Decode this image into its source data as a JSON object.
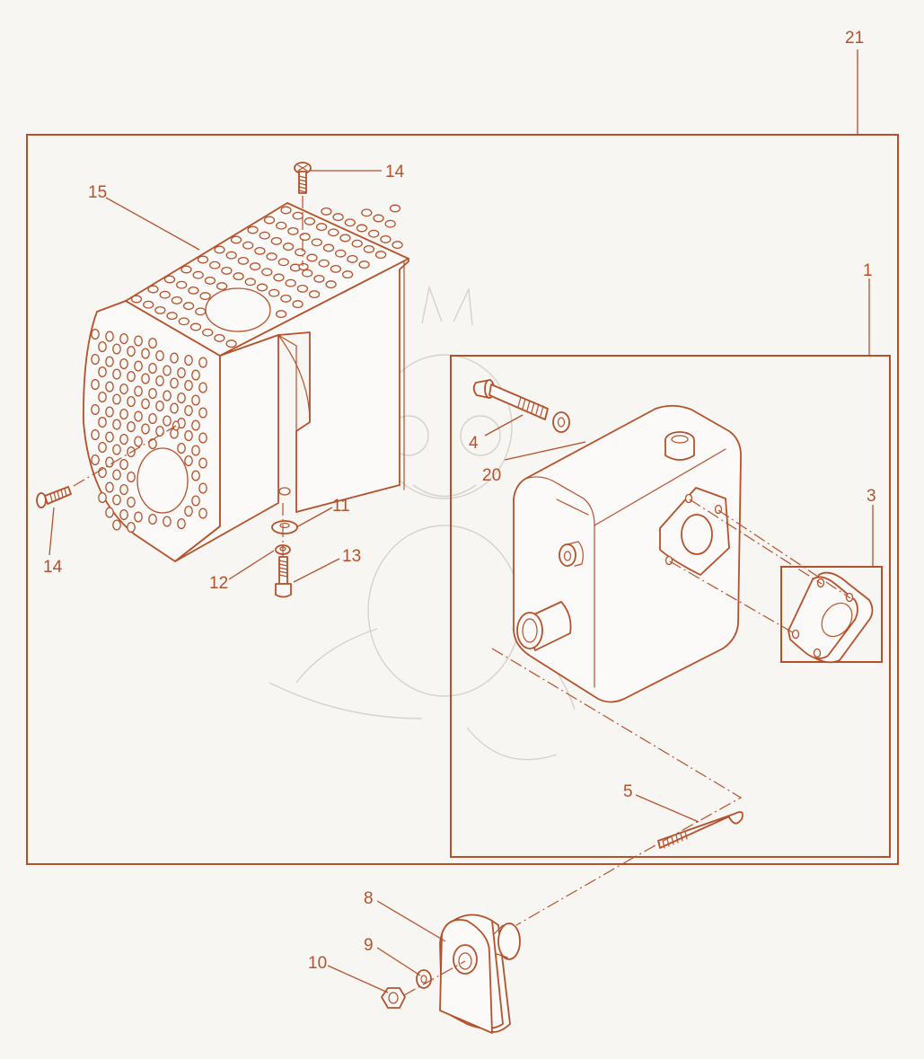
{
  "diagram": {
    "callouts": {
      "c1": "1",
      "c3": "3",
      "c4": "4",
      "c5": "5",
      "c8": "8",
      "c9": "9",
      "c10": "10",
      "c11": "11",
      "c12": "12",
      "c13": "13",
      "c14_top": "14",
      "c14_left": "14",
      "c15": "15",
      "c20": "20",
      "c21": "21"
    },
    "colors": {
      "line": "#b5512a",
      "background": "#f7f6f3"
    }
  }
}
